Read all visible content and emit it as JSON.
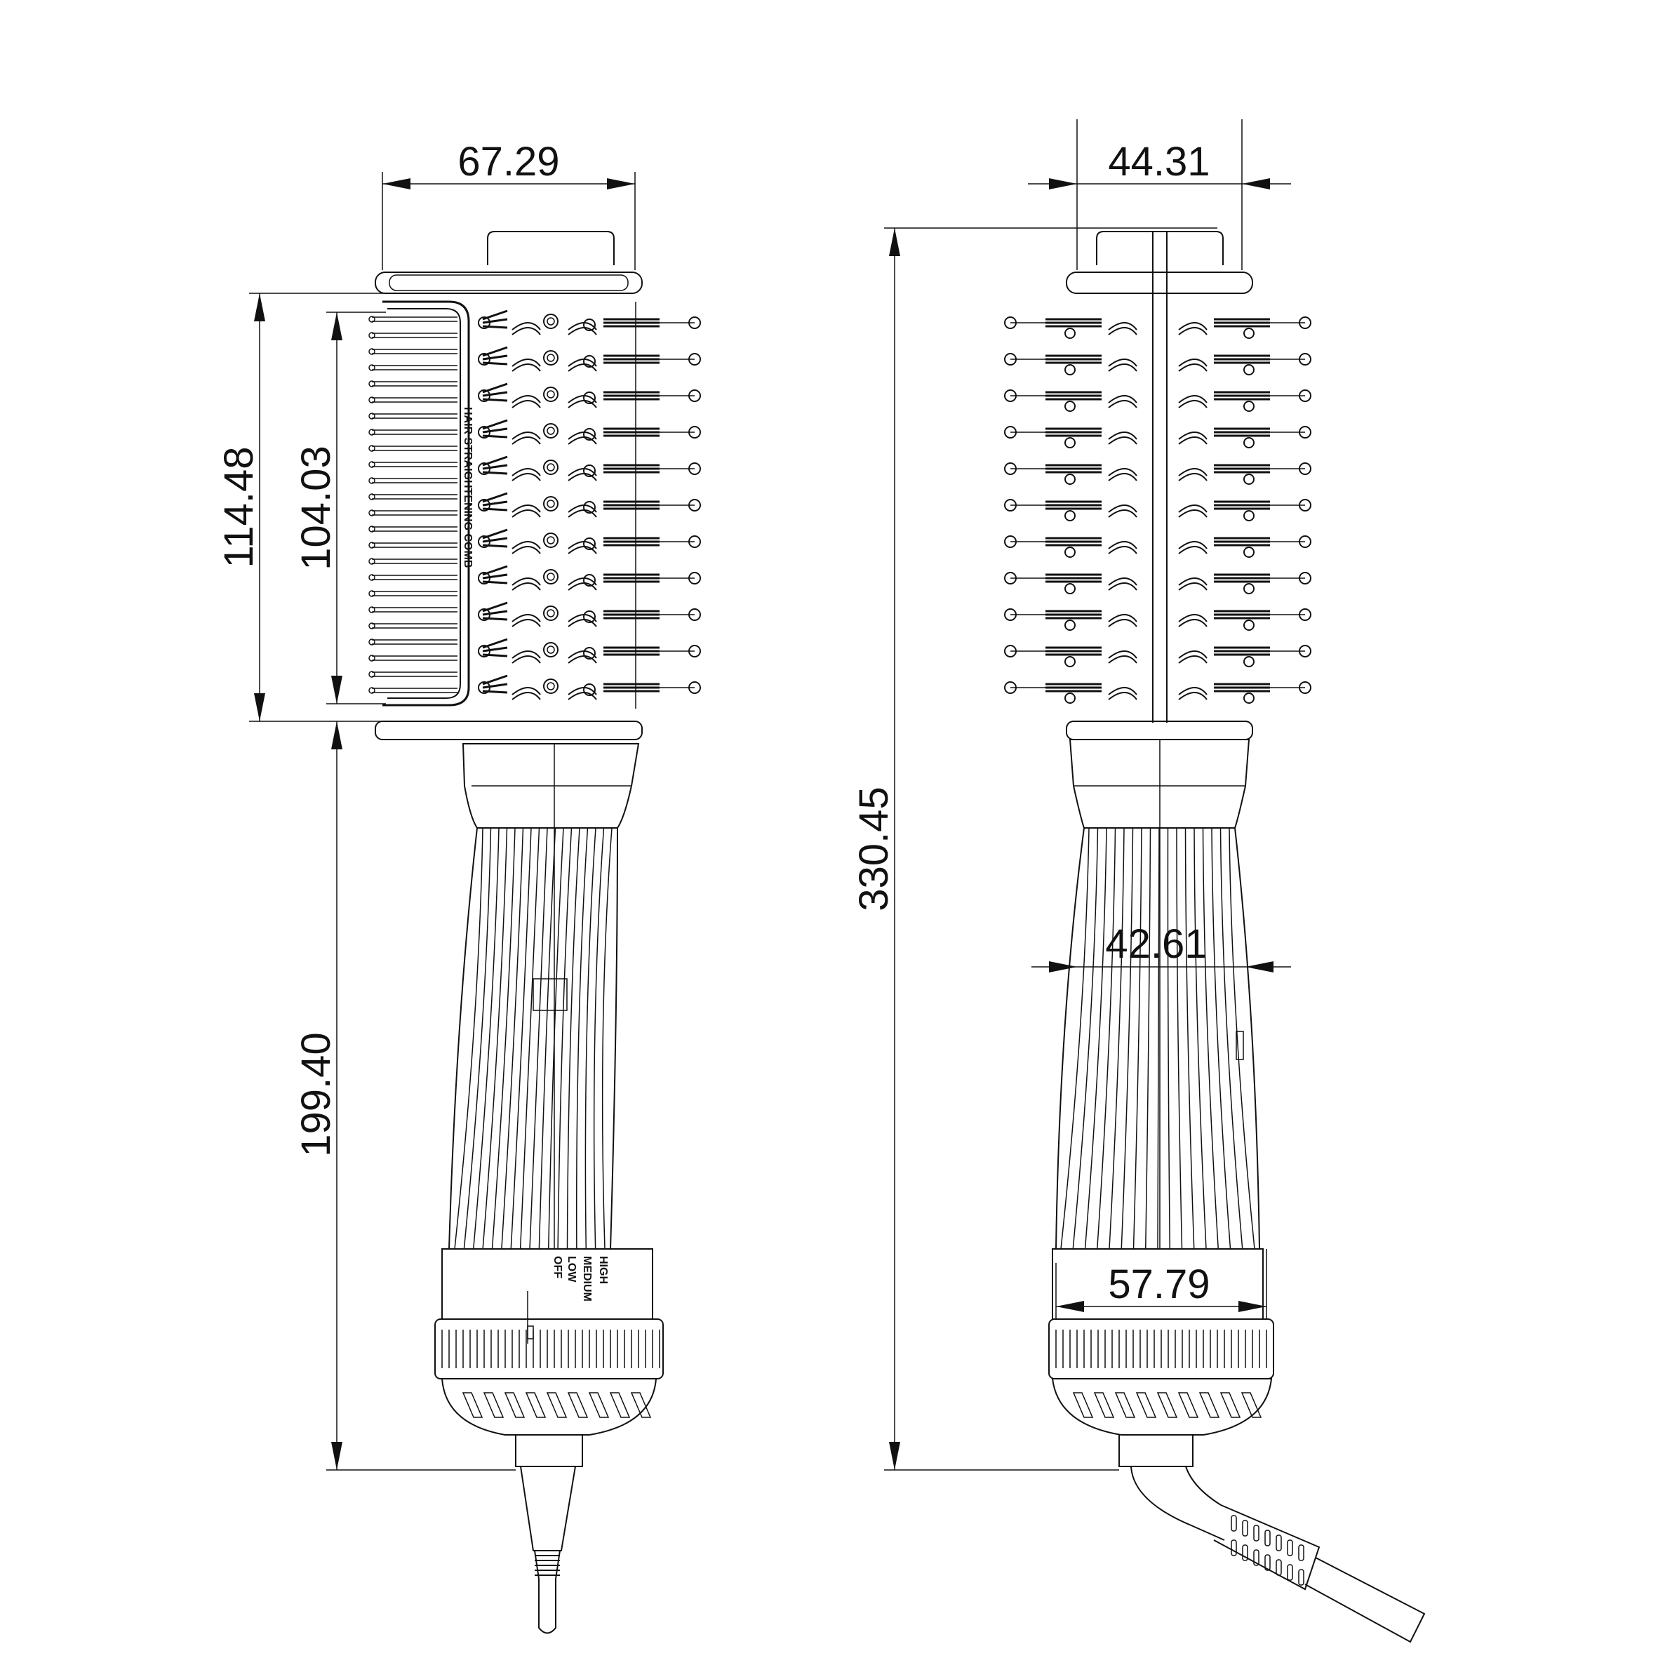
{
  "dimensions": {
    "left_head_width": "67.29",
    "left_bristle_outer_height": "114.48",
    "left_bristle_inner_height": "104.03",
    "left_handle_length": "199.40",
    "right_head_width": "44.31",
    "right_total_length": "330.45",
    "right_handle_width": "42.61",
    "right_ring_width": "57.79"
  },
  "switch_labels": [
    "HIGH",
    "MEDIUM",
    "LOW",
    "OFF"
  ],
  "comb_text": "HAIR STRAIGHTENING COMB"
}
